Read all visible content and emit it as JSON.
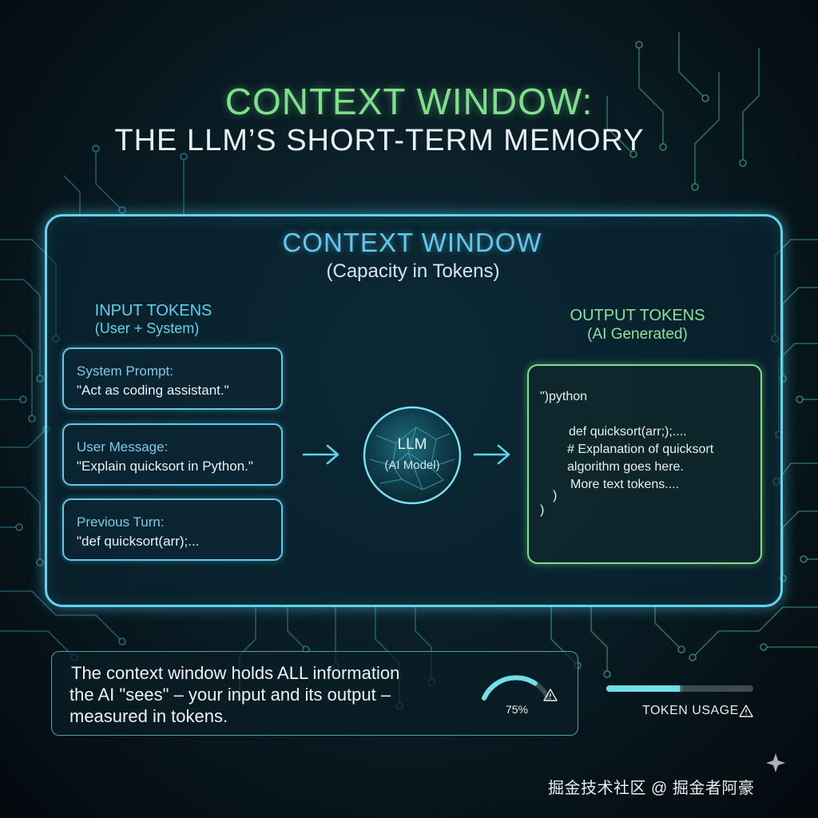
{
  "title": {
    "line1": "CONTEXT WINDOW:",
    "line2": "THE LLM’S SHORT-TERM MEMORY"
  },
  "window": {
    "title": "CONTEXT WINDOW",
    "subtitle": "(Capacity in Tokens)"
  },
  "input": {
    "heading": "INPUT TOKENS",
    "subheading": "(User + System)",
    "items": [
      {
        "label": "System Prompt:",
        "value": "\"Act as coding assistant.\""
      },
      {
        "label": "User Message:",
        "value": "\"Explain quicksort in Python.\""
      },
      {
        "label": "Previous Turn:",
        "value": "\"def quicksort(arr);..."
      }
    ]
  },
  "model": {
    "label": "LLM",
    "sub": "(AI Model)"
  },
  "output": {
    "heading": "OUTPUT TOKENS",
    "subheading": "(AI Generated)",
    "lines": [
      "\")python",
      "def quicksort(arr;);....",
      "# Explanation of quicksort",
      "algorithm goes here.",
      "More text tokens....",
      ")",
      ")"
    ]
  },
  "note": {
    "lines": [
      "The context window holds ALL information",
      "the AI \"sees\" – your input and its output –",
      "measured in tokens."
    ]
  },
  "usage": {
    "percent_text": "75%",
    "fraction": 0.5,
    "gauge_fraction": 0.75,
    "label": "TOKEN USAGE"
  },
  "watermark": "掘金技术社区 @ 掘金者阿豪",
  "colors": {
    "cyan": "#5fd6f0",
    "green": "#7ee08a",
    "bar_fill": "#6fe0e6"
  }
}
